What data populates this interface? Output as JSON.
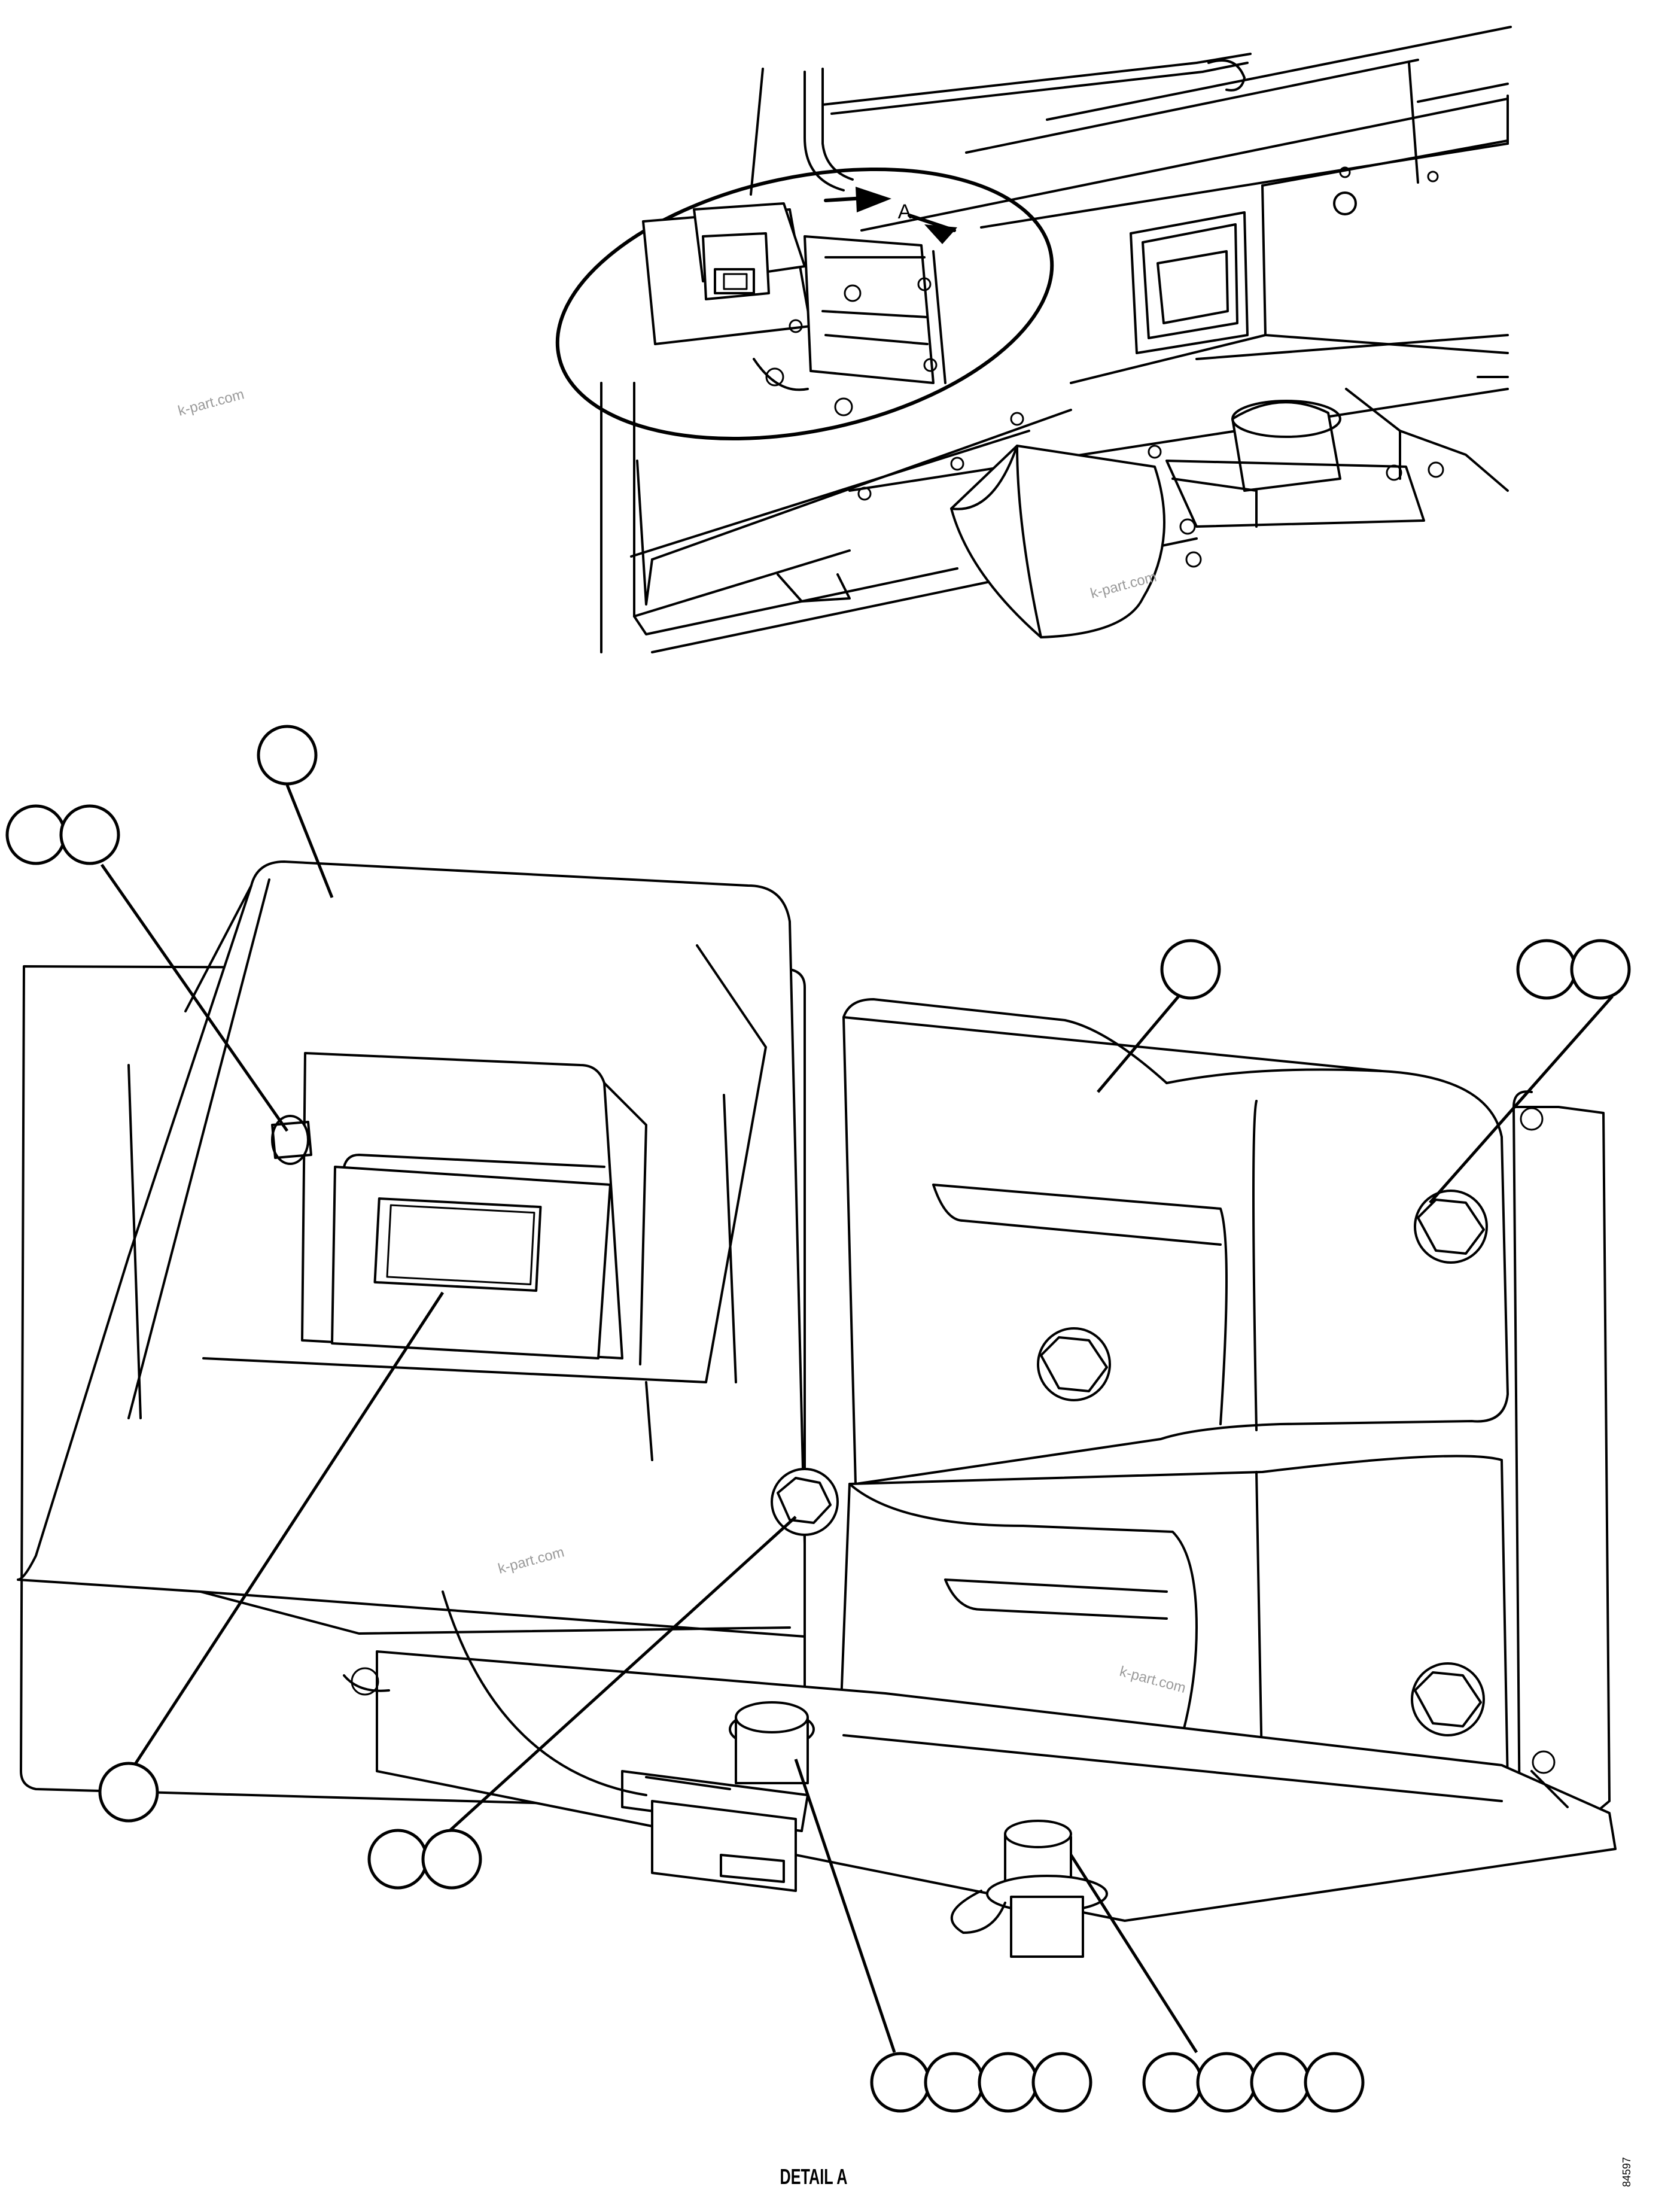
{
  "figure": {
    "detail_label": "DETAIL A",
    "view_marker": "A",
    "code": "84597",
    "watermarks": [
      "k-part.com",
      "k-part.com",
      "k-part.com",
      "k-part.com"
    ]
  },
  "callouts": [
    {
      "id": "c1",
      "circles": 1,
      "text": ""
    },
    {
      "id": "c2",
      "circles": 2,
      "text": ""
    },
    {
      "id": "c3",
      "circles": 1,
      "text": ""
    },
    {
      "id": "c4",
      "circles": 2,
      "text": ""
    },
    {
      "id": "c5",
      "circles": 1,
      "text": ""
    },
    {
      "id": "c6",
      "circles": 2,
      "text": ""
    },
    {
      "id": "c7",
      "circles": 4,
      "text": ""
    },
    {
      "id": "c8",
      "circles": 4,
      "text": ""
    }
  ]
}
